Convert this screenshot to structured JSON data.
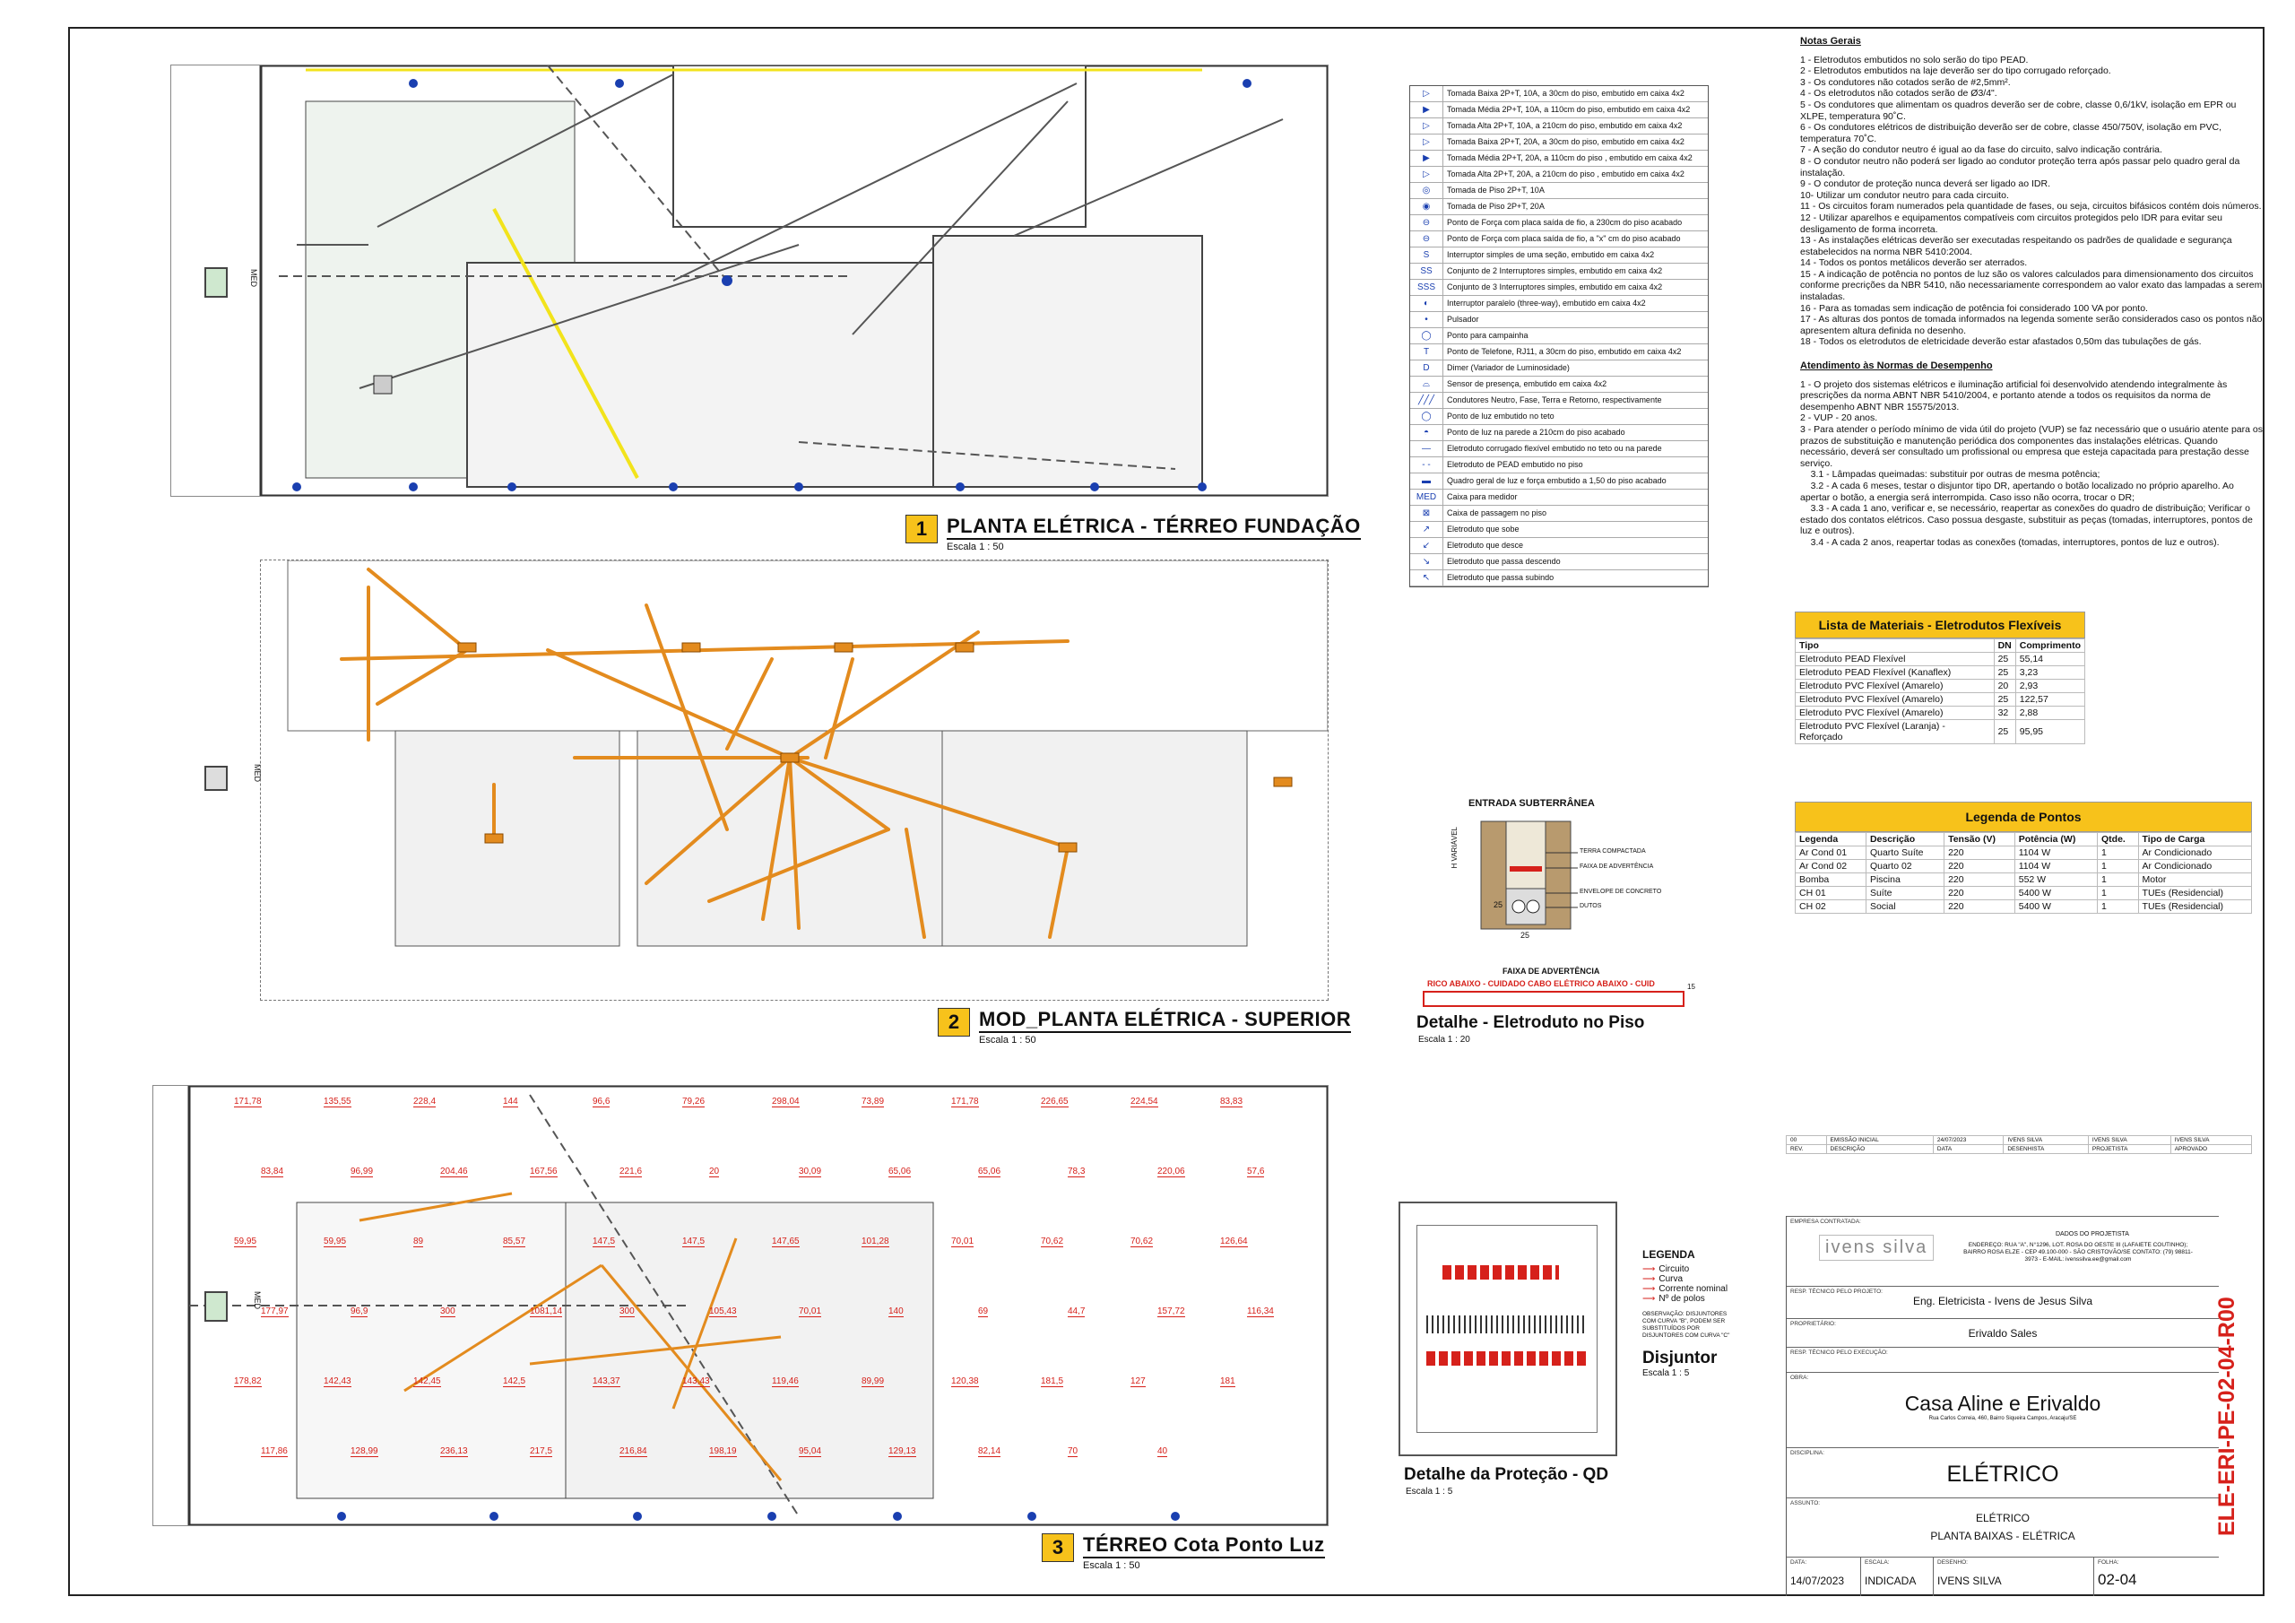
{
  "plan1": {
    "num": "1",
    "title": "PLANTA ELÉTRICA - TÉRREO FUNDAÇÃO",
    "scale": "Escala 1 : 50",
    "med_label": "MED"
  },
  "plan2": {
    "num": "2",
    "title": "MOD_PLANTA ELÉTRICA - SUPERIOR",
    "scale": "Escala 1 : 50",
    "med_label": "MED"
  },
  "plan3": {
    "num": "3",
    "title": "TÉRREO Cota Ponto Luz",
    "scale": "Escala 1 : 50",
    "med_label": "MED",
    "dims": [
      "171,78",
      "135,55",
      "228,4",
      "144",
      "96,6",
      "79,26",
      "298,04",
      "73,89",
      "171,78",
      "226,65",
      "224,54",
      "83,83",
      "83,84",
      "96,99",
      "204,46",
      "167,56",
      "221,6",
      "20",
      "30,09",
      "65,06",
      "65,06",
      "78,3",
      "220,06",
      "57,6",
      "59,95",
      "59,95",
      "89",
      "85,57",
      "147,5",
      "147,5",
      "147,65",
      "101,28",
      "70,01",
      "70,62",
      "70,62",
      "126,64",
      "177,97",
      "96,9",
      "300",
      "1081,14",
      "300",
      "105,43",
      "70,01",
      "140",
      "69",
      "44,7",
      "157,72",
      "116,34",
      "178,82",
      "142,43",
      "142,45",
      "142,5",
      "143,37",
      "143,43",
      "119,46",
      "89,99",
      "120,38",
      "181,5",
      "127",
      "181",
      "117,86",
      "128,99",
      "236,13",
      "217,5",
      "216,84",
      "198,19",
      "95,04",
      "129,13",
      "82,14",
      "70",
      "40"
    ]
  },
  "legend": [
    "Tomada Baixa 2P+T, 10A, a 30cm do piso, embutido em caixa 4x2",
    "Tomada Média 2P+T, 10A, a 110cm do piso, embutido em caixa 4x2",
    "Tomada Alta 2P+T, 10A, a 210cm do piso, embutido em caixa 4x2",
    "Tomada Baixa 2P+T, 20A, a 30cm do piso, embutido em caixa 4x2",
    "Tomada Média 2P+T, 20A, a 110cm do piso , embutido em caixa 4x2",
    "Tomada Alta 2P+T, 20A, a 210cm do piso , embutido em caixa 4x2",
    "Tomada de Piso 2P+T, 10A",
    "Tomada de Piso 2P+T, 20A",
    "Ponto de Força com placa saída de fio, a 230cm do piso acabado",
    "Ponto de Força com placa saída de fio, a \"x\" cm do piso acabado",
    "Interruptor simples de uma seção, embutido em caixa 4x2",
    "Conjunto de 2 Interruptores simples, embutido em caixa 4x2",
    "Conjunto de 3 Interruptores simples, embutido em caixa 4x2",
    "Interruptor paralelo (three-way), embutido em caixa 4x2",
    "Pulsador",
    "Ponto para campainha",
    "Ponto de Telefone, RJ11, a 30cm do piso, embutido em caixa 4x2",
    "Dimer (Variador de Luminosidade)",
    "Sensor de presença, embutido em caixa 4x2",
    "Condutores Neutro, Fase, Terra e Retorno, respectivamente",
    "Ponto de luz embutido no teto",
    "Ponto de luz na parede a 210cm do piso acabado",
    "Eletroduto corrugado flexível embutido no teto ou na parede",
    "Eletroduto de PEAD embutido no piso",
    "Quadro geral de luz e força embutido a 1,50 do piso acabado",
    "Caixa para medidor",
    "Caixa de passagem no piso",
    "Eletroduto que sobe",
    "Eletroduto que desce",
    "Eletroduto que passa descendo",
    "Eletroduto que passa subindo"
  ],
  "legend_symbols": [
    "▷",
    "▶",
    "▷",
    "▷",
    "▶",
    "▷",
    "◎",
    "◉",
    "⊖",
    "⊖",
    "S",
    "SS",
    "SSS",
    "◐",
    "•",
    "◯",
    "T",
    "D",
    "⌓",
    "╱╱╱",
    "◯",
    "◓",
    "—",
    "- -",
    "▬",
    "MED",
    "⊠",
    "↗",
    "↙",
    "↘",
    "↖"
  ],
  "notes": {
    "title": "Notas Gerais",
    "items": [
      "1 - Eletrodutos embutidos no solo serão do tipo PEAD.",
      "2 - Eletrodutos embutidos na laje deverão ser do tipo corrugado reforçado.",
      "3 - Os condutores não cotados serão de #2,5mm².",
      "4 - Os eletrodutos não cotados serão de Ø3/4\".",
      "5 - Os condutores que alimentam os quadros deverão ser de cobre, classe 0,6/1kV, isolação em EPR ou XLPE, temperatura 90˚C.",
      "6 - Os condutores elétricos de distribuição deverão ser de cobre, classe 450/750V, isolação em PVC, temperatura 70˚C.",
      "7 - A seção do condutor neutro é igual ao da fase do circuito, salvo indicação contrária.",
      "8 - O condutor neutro não poderá ser ligado ao condutor proteção terra após passar pelo quadro geral da instalação.",
      "9 - O condutor de proteção nunca deverá ser ligado ao IDR.",
      "10- Utilizar um condutor neutro para cada circuito.",
      "11 - Os circuitos foram numerados pela quantidade de fases, ou seja, circuitos bifásicos contém dois números.",
      "12 - Utilizar aparelhos e equipamentos compatíveis com circuitos protegidos pelo IDR para evitar seu desligamento de forma incorreta.",
      "13 - As instalações elétricas deverão ser executadas respeitando os padrões de qualidade e segurança estabelecidos na norma NBR 5410:2004.",
      "14 - Todos os pontos metálicos deverão ser aterrados.",
      "15 - A indicação de potência no pontos de luz são os valores calculados para dimensionamento dos circuitos conforme precrições da NBR 5410, não necessariamente correspondem ao valor exato das lampadas a serem instaladas.",
      "16 - Para as tomadas sem indicação de potência foi considerado 100 VA por ponto.",
      "17 - As alturas dos pontos de tomada informados na legenda somente serão considerados caso os pontos não apresentem altura definida no desenho.",
      "18 - Todos os eletrodutos de eletricidade deverão estar afastados 0,50m das tubulações de gás."
    ],
    "perf_title": "Atendimento às Normas de Desempenho",
    "perf_items": [
      "1 - O projeto dos sistemas elétricos e iluminação artificial foi desenvolvido atendendo integralmente às prescrições da norma ABNT NBR 5410/2004, e portanto atende a todos os requisitos da norma de desempenho ABNT NBR 15575/2013.",
      "2 - VUP - 20 anos.",
      "3 - Para atender o período mínimo de vida útil do projeto (VUP) se faz necessário que o usuário atente para os prazos de substituição e manutenção periódica dos componentes das instalações elétricas. Quando necessário, deverá ser consultado um profissional ou empresa que esteja capacitada para prestação desse serviço.",
      "    3.1 - Lâmpadas queimadas: substituir por outras de mesma potência;",
      "    3.2 - A cada 6 meses, testar o disjuntor tipo DR, apertando o botão localizado no próprio aparelho. Ao apertar o botão, a energia será interrompida. Caso isso não ocorra, trocar o DR;",
      "    3.3 - A cada 1 ano, verificar e, se necessário, reapertar as conexões do quadro de distribuição; Verificar o estado dos contatos elétricos. Caso possua desgaste, substituir as peças (tomadas, interruptores, pontos de luz e outros).",
      "    3.4 - A cada 2 anos, reapertar todas as conexões (tomadas, interruptores, pontos de luz e outros)."
    ]
  },
  "materials": {
    "title": "Lista de Materiais - Eletrodutos Flexíveis",
    "headers": [
      "Tipo",
      "DN",
      "Comprimento"
    ],
    "rows": [
      [
        "Eletroduto PEAD Flexível",
        "25",
        "55,14"
      ],
      [
        "Eletroduto PEAD Flexível (Kanaflex)",
        "25",
        "3,23"
      ],
      [
        "Eletroduto PVC Flexível (Amarelo)",
        "20",
        "2,93"
      ],
      [
        "Eletroduto PVC Flexível (Amarelo)",
        "25",
        "122,57"
      ],
      [
        "Eletroduto PVC Flexível (Amarelo)",
        "32",
        "2,88"
      ],
      [
        "Eletroduto PVC Flexível (Laranja) - Reforçado",
        "25",
        "95,95"
      ]
    ]
  },
  "points": {
    "title": "Legenda de Pontos",
    "headers": [
      "Legenda",
      "Descrição",
      "Tensão (V)",
      "Potência (W)",
      "Qtde.",
      "Tipo de Carga"
    ],
    "rows": [
      [
        "Ar Cond 01",
        "Quarto Suíte",
        "220",
        "1104 W",
        "1",
        "Ar Condicionado"
      ],
      [
        "Ar Cond 02",
        "Quarto 02",
        "220",
        "1104 W",
        "1",
        "Ar Condicionado"
      ],
      [
        "Bomba",
        "Piscina",
        "220",
        "552 W",
        "1",
        "Motor"
      ],
      [
        "CH 01",
        "Suíte",
        "220",
        "5400 W",
        "1",
        "TUEs (Residencial)"
      ],
      [
        "CH 02",
        "Social",
        "220",
        "5400 W",
        "1",
        "TUEs (Residencial)"
      ]
    ]
  },
  "detail_piso": {
    "heading": "ENTRADA SUBTERRÂNEA",
    "labels": [
      "TERRA COMPACTADA",
      "FAIXA DE ADVERTÊNCIA",
      "ENVELOPE DE CONCRETO",
      "DUTOS"
    ],
    "h_label": "H VARIÁVEL",
    "dim_a": "25",
    "dim_b": "25",
    "dim_c": "15",
    "band_title": "FAIXA DE ADVERTÊNCIA",
    "band_text": "RICO ABAIXO - CUIDADO CABO ELÉTRICO ABAIXO - CUID",
    "title": "Detalhe - Eletroduto no Piso",
    "scale": "Escala 1 : 20"
  },
  "detail_qd": {
    "title": "Detalhe da Proteção - QD",
    "scale": "Escala 1 : 5"
  },
  "disjuntor": {
    "legend_title": "LEGENDA",
    "items": [
      "Circuito",
      "Curva",
      "Corrente nominal",
      "Nº de polos"
    ],
    "obs": "OBSERVAÇÃO: DISJUNTORES COM CURVA \"B\", PODEM SER SUBSTITUÍDOS POR DISJUNTORES COM CURVA \"C\"",
    "title": "Disjuntor",
    "scale": "Escala 1 : 5"
  },
  "revisions": {
    "row": [
      "00",
      "EMISSÃO INICIAL",
      "24/07/2023",
      "IVENS SILVA",
      "IVENS SILVA",
      "IVENS SILVA"
    ],
    "headers": [
      "REV.",
      "DESCRIÇÃO",
      "DATA",
      "DESENHISTA",
      "PROJETISTA",
      "APROVADO"
    ]
  },
  "title_block": {
    "company_cap": "EMPRESA CONTRATADA:",
    "company_logo": "ivens silva",
    "company_data_title": "DADOS DO PROJETISTA",
    "company_data": "ENDEREÇO: RUA \"A\", N°1296, LOT. ROSA DO OESTE III (LAFAIETE COUTINHO); BAIRRO ROSA ELZE - CEP 49.100-000 - SÃO CRISTOVÃO/SE CONTATO: (79) 98811-3973 - E-MAIL: ivenssilva.ee@gmail.com",
    "resp_proj_cap": "RESP. TÉCNICO PELO PROJETO:",
    "resp_proj": "Eng. Eletricista - Ivens de Jesus Silva",
    "owner_cap": "PROPRIETÁRIO:",
    "owner": "Erivaldo Sales",
    "resp_exec_cap": "RESP. TÉCNICO PELO EXECUÇÃO:",
    "work_cap": "OBRA:",
    "work": "Casa Aline e Erivaldo",
    "work_addr": "Rua Carlos Correia, 460, Bairro Siqueira Campos, Aracaju/SE",
    "disc_cap": "DISCIPLINA:",
    "disc": "ELÉTRICO",
    "subj_cap": "ASSUNTO:",
    "subj1": "ELÉTRICO",
    "subj2": "PLANTA BAIXAS - ELÉTRICA",
    "date_cap": "DATA:",
    "date": "14/07/2023",
    "scale_cap": "ESCALA:",
    "scale": "INDICADA",
    "drawn_cap": "DESENHO:",
    "drawn": "IVENS SILVA",
    "sheet_cap": "FOLHA:",
    "sheet": "02-04",
    "code": "ELE-ERI-PE-02-04-R00"
  },
  "colors": {
    "accent": "#f7c21b",
    "conduit": "#e38b1e",
    "dimension": "#d6211b",
    "symbol": "#1a3fb0",
    "code": "#d6211b"
  }
}
